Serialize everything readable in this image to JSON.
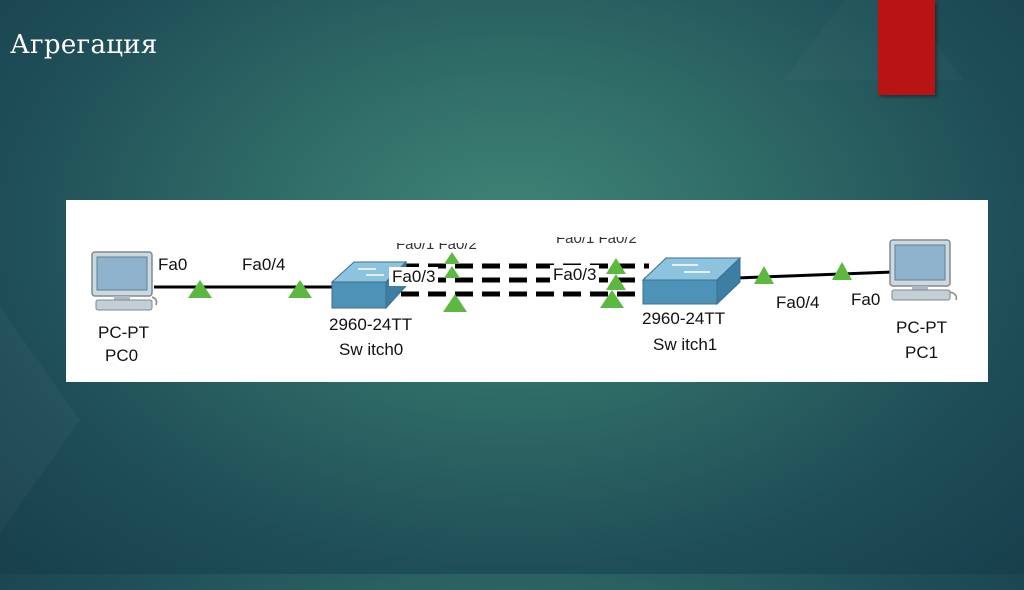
{
  "slide": {
    "title": "Агрегация",
    "accent_color": "#b81414"
  },
  "diagram": {
    "devices": [
      {
        "id": "pc0",
        "model": "PC-PT",
        "name": "PC0"
      },
      {
        "id": "switch0",
        "model": "2960-24TT",
        "name": "Sw itch0"
      },
      {
        "id": "switch1",
        "model": "2960-24TT",
        "name": "Sw itch1"
      },
      {
        "id": "pc1",
        "model": "PC-PT",
        "name": "PC1"
      }
    ],
    "port_labels": {
      "pc0_fa0": "Fa0",
      "sw0_fa04": "Fa0/4",
      "sw0_fa03": "Fa0/3",
      "sw1_fa03": "Fa0/3",
      "sw1_fa04": "Fa0/4",
      "pc1_fa0": "Fa0"
    },
    "link_status_color": "#5cb840",
    "device_color": "#4d93b8"
  }
}
